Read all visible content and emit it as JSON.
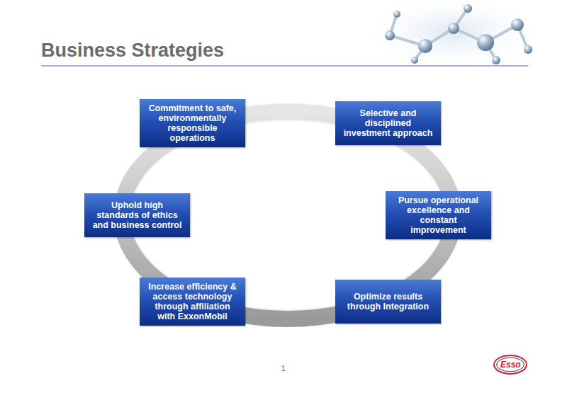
{
  "diagram": {
    "title": "Business Strategies",
    "nodes": [
      {
        "text": [
          "Commitment to safe, environmentally responsible operations"
        ]
      },
      {
        "text": [
          "Selective and disciplined investment approach"
        ]
      },
      {
        "text": [
          "Uphold high standards of ethics and business control"
        ]
      },
      {
        "text": [
          "Pursue operational excellence and constant improvement"
        ]
      },
      {
        "text": [
          "Increase efficiency & access technology through affiliation with ExxonMobil"
        ]
      },
      {
        "text": [
          "Optimize results through Integration"
        ]
      }
    ],
    "labels": [
      "1",
      "Esso"
    ]
  }
}
